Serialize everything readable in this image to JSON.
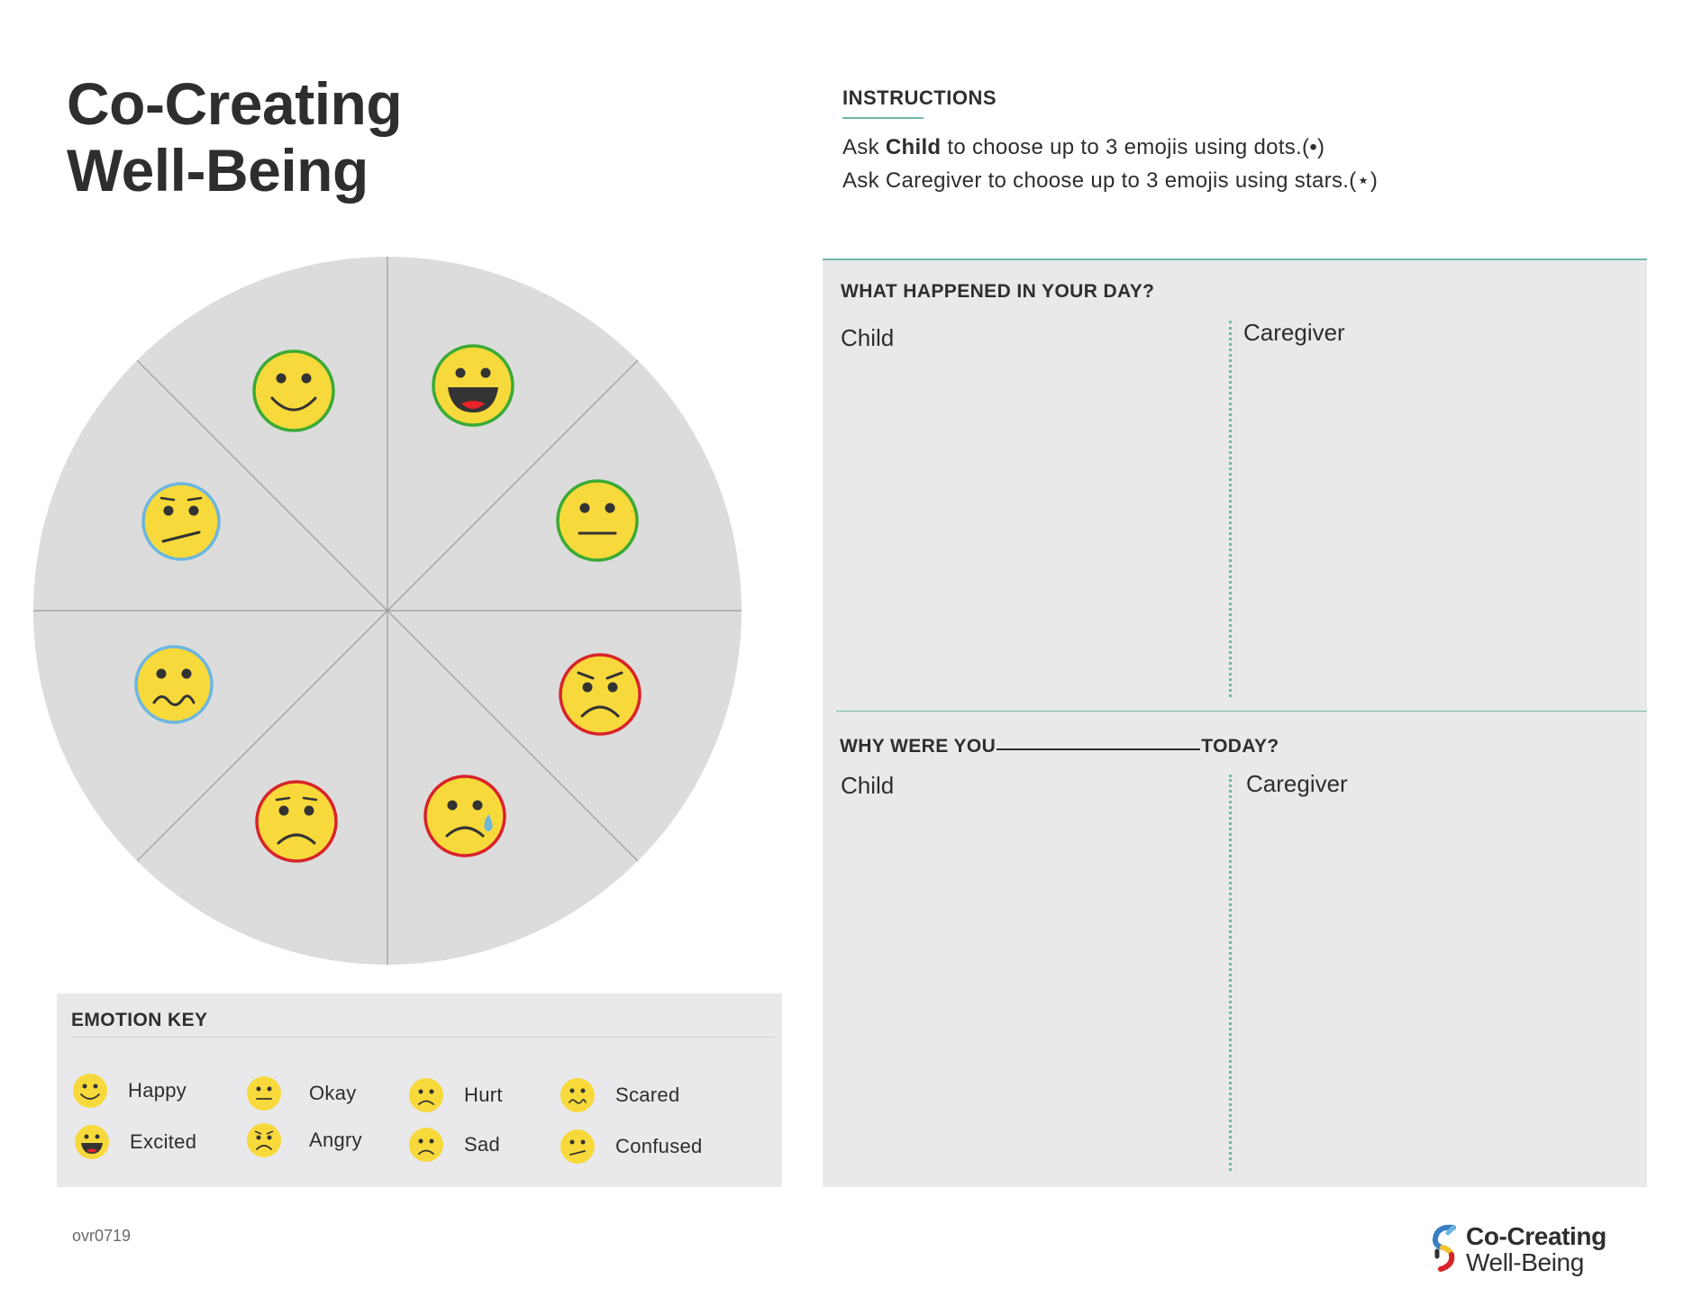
{
  "title": {
    "line1": "Co-Creating",
    "line2": "Well-Being"
  },
  "instructions": {
    "heading": "INSTRUCTIONS",
    "line1_prefix": "Ask ",
    "line1_bold": "Child",
    "line1_suffix": " to choose up to 3 emojis using dots.(•)",
    "line2": "Ask Caregiver to choose up to 3 emojis using stars.(⋆)"
  },
  "section_day": {
    "heading": "WHAT HAPPENED IN YOUR DAY?",
    "child_label": "Child",
    "caregiver_label": "Caregiver"
  },
  "section_why": {
    "heading_prefix": "WHY WERE YOU",
    "heading_suffix": "TODAY?",
    "child_label": "Child",
    "caregiver_label": "Caregiver"
  },
  "wheel": {
    "emojis": [
      {
        "emotion": "happy",
        "ring_color": "#3aaa35"
      },
      {
        "emotion": "excited",
        "ring_color": "#3aaa35"
      },
      {
        "emotion": "okay",
        "ring_color": "#3aaa35"
      },
      {
        "emotion": "angry",
        "ring_color": "#d7242a"
      },
      {
        "emotion": "sad",
        "ring_color": "#d7242a"
      },
      {
        "emotion": "hurt",
        "ring_color": "#d7242a"
      },
      {
        "emotion": "scared",
        "ring_color": "#6cb6e0"
      },
      {
        "emotion": "confused",
        "ring_color": "#6cb6e0"
      }
    ]
  },
  "emotion_key": {
    "heading": "EMOTION KEY",
    "items": [
      {
        "label": "Happy",
        "icon": "happy-face-icon"
      },
      {
        "label": "Excited",
        "icon": "excited-face-icon"
      },
      {
        "label": "Okay",
        "icon": "okay-face-icon"
      },
      {
        "label": "Angry",
        "icon": "angry-face-icon"
      },
      {
        "label": "Hurt",
        "icon": "hurt-face-icon"
      },
      {
        "label": "Sad",
        "icon": "sad-face-icon"
      },
      {
        "label": "Scared",
        "icon": "scared-face-icon"
      },
      {
        "label": "Confused",
        "icon": "confused-face-icon"
      }
    ]
  },
  "footer": {
    "code": "ovr0719",
    "brand_line1": "Co-Creating",
    "brand_line2": "Well-Being"
  },
  "colors": {
    "emoji_yellow": "#f7d93b",
    "panel_gray": "#e9e9eb",
    "wheel_gray": "#dcdcdc",
    "accent_teal": "#6fb8a8"
  }
}
